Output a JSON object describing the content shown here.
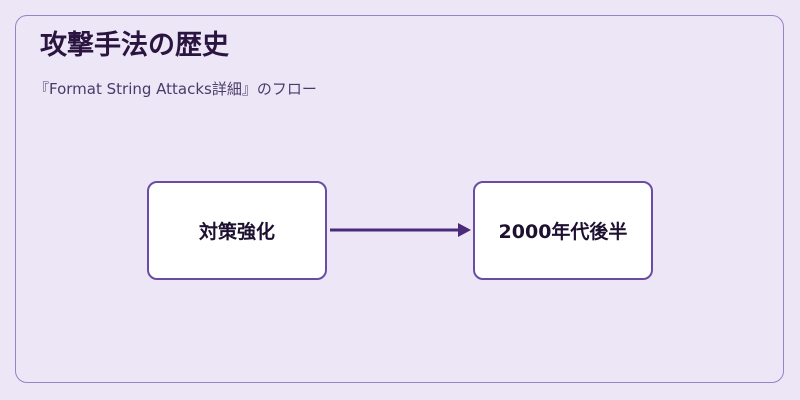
{
  "title": "攻撃手法の歴史",
  "subtitle": "『Format String Attacks詳細』のフロー",
  "nodes": [
    {
      "label": "対策強化"
    },
    {
      "label": "2000年代後半"
    }
  ],
  "colors": {
    "background": "#ede6f6",
    "border": "#9a82c9",
    "node_border": "#6b4ca3",
    "arrow": "#4a2a7a",
    "title": "#2a1440"
  }
}
